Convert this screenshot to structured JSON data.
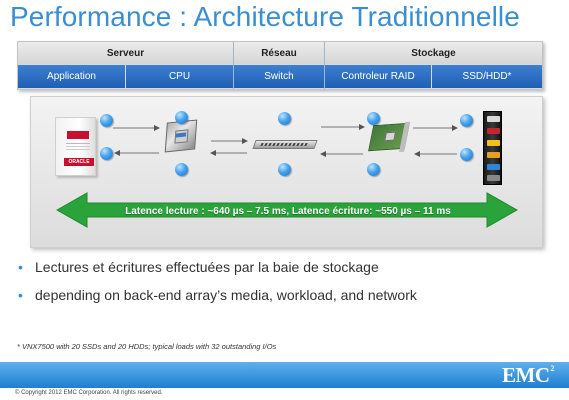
{
  "title": "Performance : Architecture Traditionnelle",
  "header": {
    "groups": [
      "Serveur",
      "Réseau",
      "Stockage"
    ],
    "columns": [
      "Application",
      "CPU",
      "Switch",
      "Controleur RAID",
      "SSD/HDD*"
    ]
  },
  "diagram": {
    "server_logo": "ORACLE",
    "components": [
      "server-icon",
      "cpu-icon",
      "switch-icon",
      "raid-controller-icon",
      "storage-array-icon"
    ],
    "latency_text": "Latence lecture : ~640 µs – 7.5 ms, Latence écriture: ~550 µs – 11 ms",
    "colors": {
      "arrow": "#2aa33a",
      "ball": "#3b9be8",
      "header_blue": "#2566bd"
    }
  },
  "bullets": [
    "Lectures et écritures effectuées par la baie de stockage",
    "depending on back-end array’s media, workload, and network"
  ],
  "footnote": "* VNX7500 with 20 SSDs and 20 HDDs; typical loads with 32 outstanding I/Os",
  "brand": {
    "logo": "EMC",
    "logo_sup": "2"
  },
  "copyright": "© Copyright 2012 EMC Corporation. All rights reserved."
}
